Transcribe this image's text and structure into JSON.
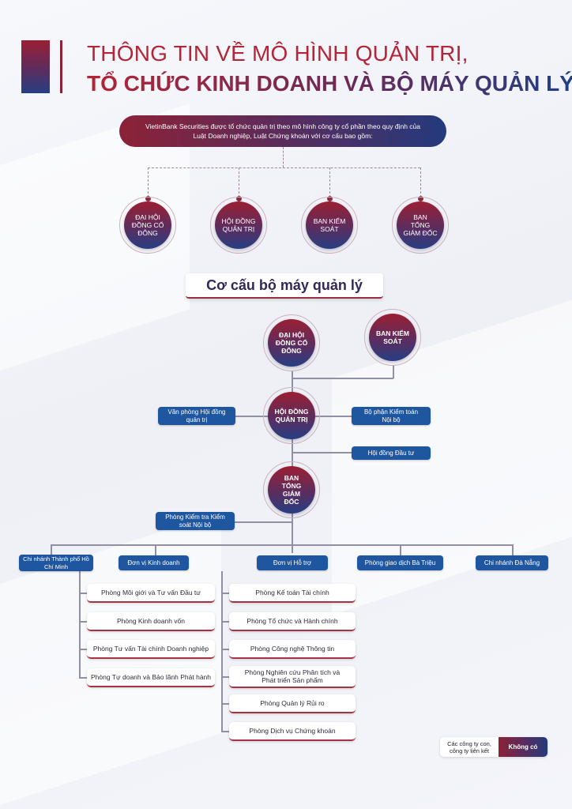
{
  "header": {
    "title_line1": "THÔNG TIN VỀ MÔ HÌNH QUẢN TRỊ,",
    "title_line2": "TỔ CHỨC KINH DOANH VÀ BỘ MÁY QUẢN LÝ"
  },
  "intro": {
    "text": "VietinBank Securities được tổ chức quản trị theo mô hình công ty cổ phần theo quy định của Luật Doanh nghiệp, Luật Chứng khoán với cơ cấu bao gồm:"
  },
  "governance": {
    "items": [
      "ĐẠI HỘI ĐỒNG CỔ ĐÔNG",
      "HỘI ĐỒNG QUẢN TRỊ",
      "BAN KIỂM SOÁT",
      "BAN TỔNG GIÁM ĐỐC"
    ]
  },
  "section": {
    "title": "Cơ cấu bộ máy quản lý"
  },
  "org": {
    "dhdcd": "ĐẠI HỘI ĐỒNG CỔ ĐÔNG",
    "bks": "BAN KIỂM SOÁT",
    "hdqt": "HỘI ĐỒNG QUẢN TRỊ",
    "btgd": "BAN TỔNG GIÁM ĐỐC",
    "van_phong": "Văn phòng Hội đồng quản trị",
    "kiem_toan": "Bộ phận Kiểm toán Nội bộ",
    "hd_dau_tu": "Hội đồng Đầu tư",
    "kiem_tra": "Phòng Kiểm tra Kiểm soát Nội bộ",
    "units": [
      "Chi nhánh Thành phố Hồ Chí Minh",
      "Đơn vị Kinh doanh",
      "Đơn vị Hỗ trợ",
      "Phòng giao dịch Bà Triệu",
      "Chi nhánh Đà Nẵng"
    ],
    "kinh_doanh": [
      "Phòng Môi giới và Tư vấn Đầu tư",
      "Phòng Kinh doanh vốn",
      "Phòng Tư vấn Tài chính Doanh nghiệp",
      "Phòng Tự doanh và Bảo lãnh Phát hành"
    ],
    "ho_tro": [
      "Phòng Kế toán Tài chính",
      "Phòng Tổ chức và Hành chính",
      "Phòng Công nghệ Thông tin",
      "Phòng Nghiên cứu Phân tích và Phát triển Sản phẩm",
      "Phòng Quản lý Rủi ro",
      "Phòng Dịch vụ Chứng khoán"
    ]
  },
  "legend": {
    "label": "Các công ty con, công ty liên kết",
    "value": "Không có"
  }
}
